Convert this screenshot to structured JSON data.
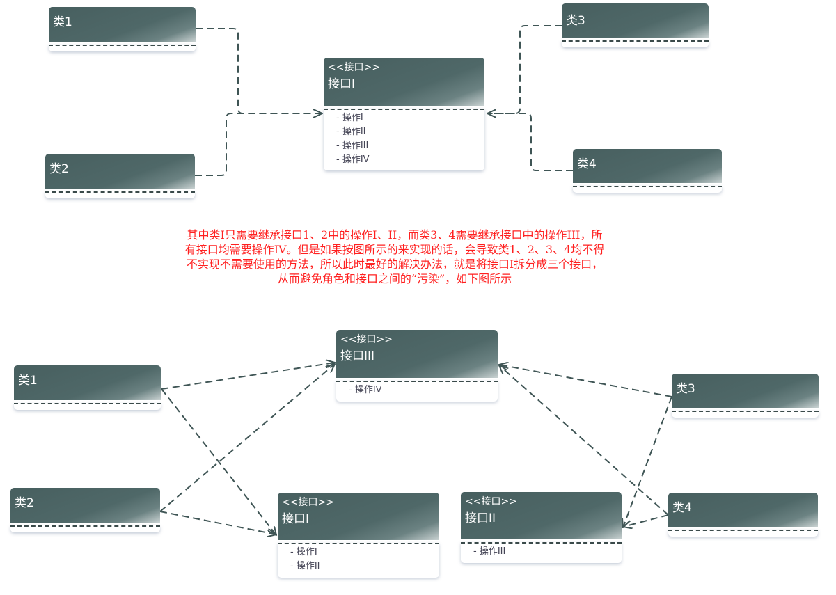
{
  "top": {
    "classes": [
      "类1",
      "类2",
      "类3",
      "类4"
    ],
    "interface": {
      "stereotype": "<<接口>>",
      "name": "接口I",
      "ops": [
        "- 操作I",
        "- 操作II",
        "- 操作III",
        "- 操作IV"
      ]
    }
  },
  "note": "其中类I只需要继承接口1、2中的操作I、II，而类3、4需要继承接口中的操作III，所有接口均需要操作IV。但是如果按图所示的来实现的话，会导致类1、2、3、4均不得不实现不需要使用的方法，所以此时最好的解决办法，就是将接口I拆分成三个接口，从而避免角色和接口之间的“污染”，如下图所示",
  "bottom": {
    "classes": [
      "类1",
      "类2",
      "类3",
      "类4"
    ],
    "interfaces": [
      {
        "stereotype": "<<接口>>",
        "name": "接口III",
        "ops": [
          "- 操作IV"
        ]
      },
      {
        "stereotype": "<<接口>>",
        "name": "接口I",
        "ops": [
          "- 操作I",
          "- 操作II"
        ]
      },
      {
        "stereotype": "<<接口>>",
        "name": "接口II",
        "ops": [
          "- 操作III"
        ]
      }
    ]
  },
  "colors": {
    "header": "#4a6363",
    "line": "#3f5555",
    "note": "#ff2020"
  }
}
